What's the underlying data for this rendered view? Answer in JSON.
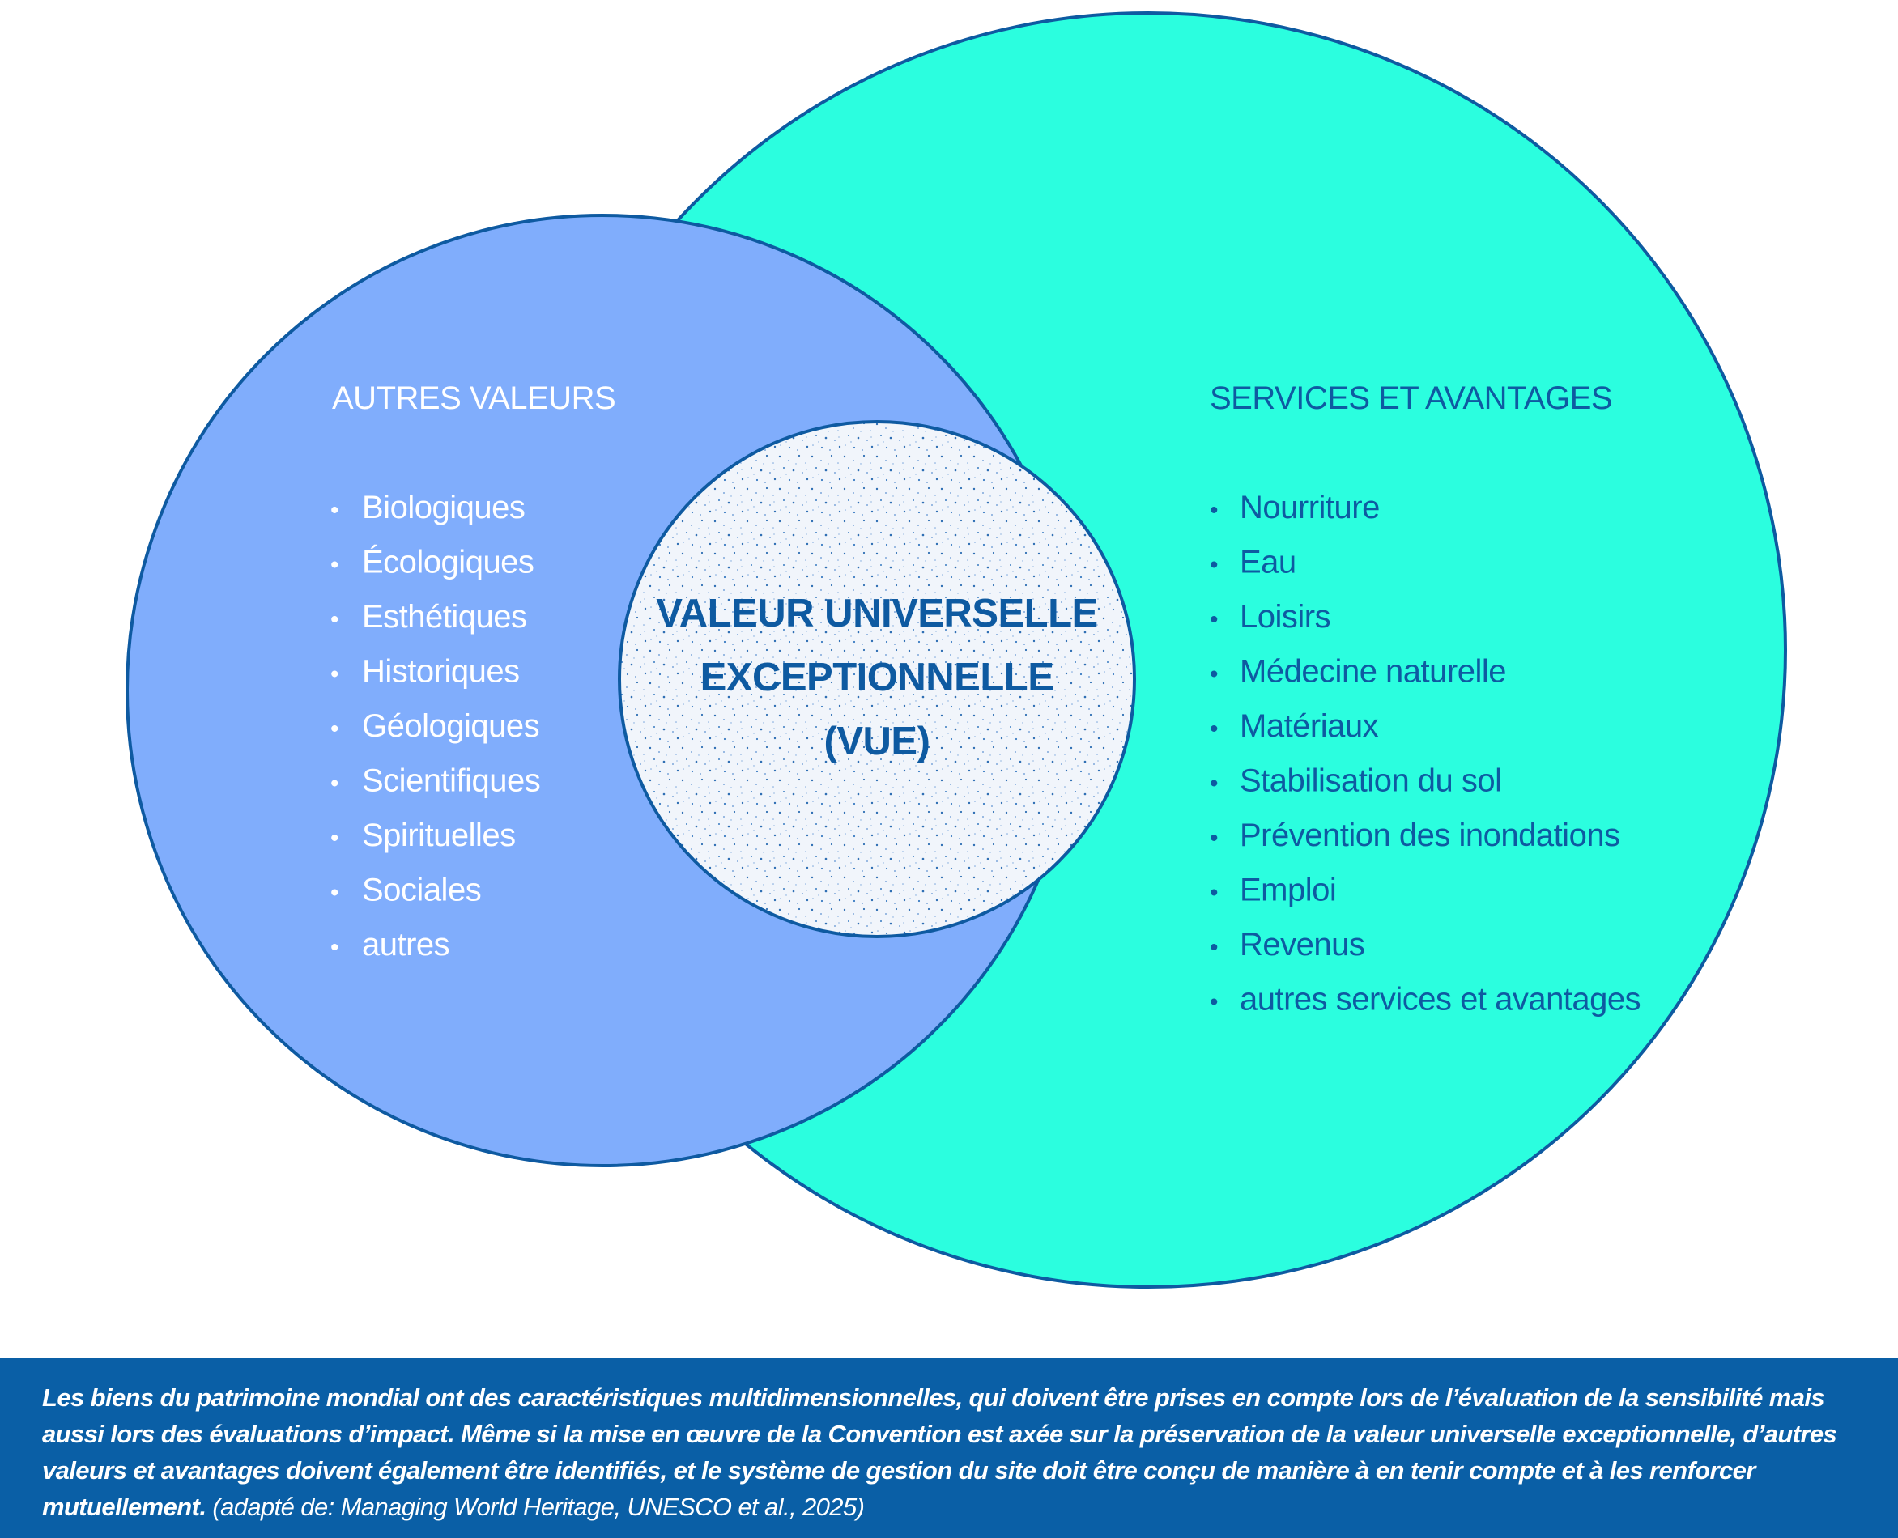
{
  "colors": {
    "left_circle": "#80adfc",
    "right_circle": "#2bfedf",
    "center_circle": "#f1f5fb",
    "outline": "#0e5aa1",
    "text_dark": "#0e5aa1",
    "text_light": "#ffffff",
    "caption_bg": "#0a5fa6"
  },
  "diagram": {
    "left": {
      "title": "AUTRES VALEURS",
      "items": [
        "Biologiques",
        "Écologiques",
        "Esthétiques",
        "Historiques",
        "Géologiques",
        "Scientifiques",
        "Spirituelles",
        "Sociales",
        "autres"
      ]
    },
    "right": {
      "title": "SERVICES ET AVANTAGES",
      "items": [
        "Nourriture",
        "Eau",
        "Loisirs",
        "Médecine naturelle",
        "Matériaux",
        "Stabilisation du sol",
        "Prévention des inondations",
        "Emploi",
        "Revenus",
        "autres services et avantages"
      ]
    },
    "center": {
      "lines": [
        "VALEUR UNIVERSELLE",
        "EXCEPTIONNELLE",
        "(VUE)"
      ]
    },
    "bullet": "•"
  },
  "caption": {
    "main": "Les biens du patrimoine mondial ont des caractéristiques multidimensionnelles, qui doivent être prises en compte lors de l’évaluation de la sensibilité mais aussi lors des évaluations d’impact. Même si la mise en œuvre de la Convention est axée sur la préservation de la valeur universelle exceptionnelle, d’autres valeurs et avantages doivent également être identifiés, et le système de gestion du site doit être conçu de manière à en tenir compte et à les renforcer mutuellement.",
    "source": "(adapté de: Managing World Heritage, UNESCO et al., 2025)"
  }
}
